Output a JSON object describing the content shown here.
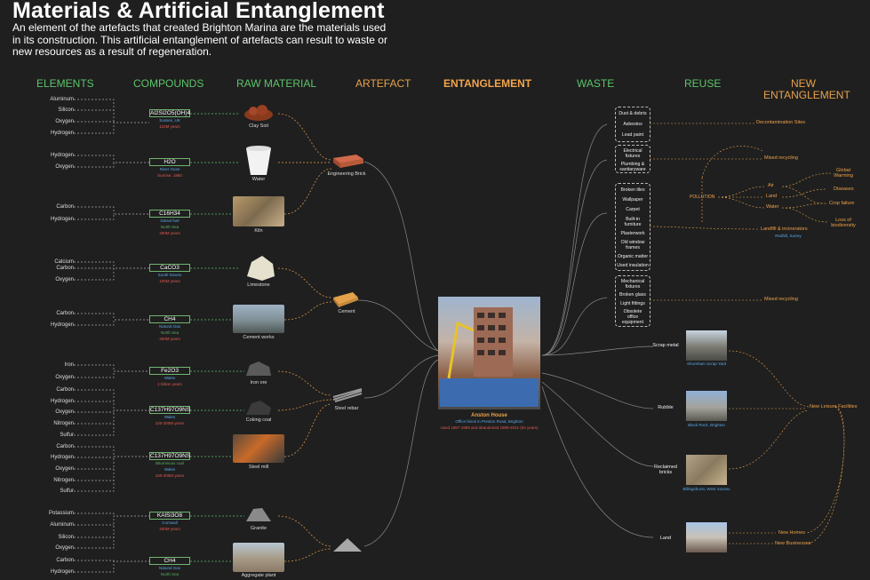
{
  "title": "Materials & Artificial Entanglement",
  "subtitle": "An element of the artefacts that created Brighton Marina are the materials used in its construction. This artificial entanglement of artefacts can result to waste or new resources as a result of regeneration.",
  "columns": {
    "elements": "ELEMENTS",
    "compounds": "COMPOUNDS",
    "raw_material": "RAW MATERIAL",
    "artefact": "ARTEFACT",
    "entanglement": "ENTANGLEMENT",
    "waste": "WASTE",
    "reuse": "REUSE",
    "new_entanglement_1": "NEW",
    "new_entanglement_2": "ENTANGLEMENT"
  },
  "elements": [
    "Aluminum",
    "Silicon",
    "Oxygen",
    "Hydrogen",
    "Hydrogen",
    "Oxygen",
    "Carbon",
    "Hydrogen",
    "Calcium",
    "Carbon",
    "Oxygen",
    "Carbon",
    "Hydrogen",
    "Iron",
    "Oxygen",
    "Carbon",
    "Hydrogen",
    "Oxygen",
    "Nitrogen",
    "Sulfur",
    "Carbon",
    "Hydrogen",
    "Oxygen",
    "Nitrogen",
    "Sulfur",
    "Potassium",
    "Aluminum",
    "Silicon",
    "Oxygen",
    "Carbon",
    "Hydrogen"
  ],
  "compounds": [
    {
      "formula": "Al2Si2O5(OH)4",
      "l1": "Sussex, UK",
      "l2": "110M years"
    },
    {
      "formula": "H2O",
      "l1": "River Ouse",
      "l2": "Sunrise, 1960"
    },
    {
      "formula": "C16H34",
      "l1": "Diesel fuel",
      "l2": "North Sea",
      "l3": "300M years"
    },
    {
      "formula": "CaCO3",
      "l1": "South Downs",
      "l2": "100M years"
    },
    {
      "formula": "CH4",
      "l1": "Natural Gas",
      "l2": "North Sea",
      "l3": "300M years"
    },
    {
      "formula": "Fe2O3",
      "l1": "Wales",
      "l2": "1 billion years"
    },
    {
      "formula": "C137H97O9NS",
      "l1": "Wales",
      "l2": "100-300M years"
    },
    {
      "formula": "C137H97O9NS",
      "l1": "Bituminous coal",
      "l2": "Wales",
      "l3": "100-300M years"
    },
    {
      "formula": "KAlSi3O8",
      "l1": "Cornwall",
      "l2": "300M years"
    },
    {
      "formula": "CH4",
      "l1": "Natural Gas",
      "l2": "North Sea"
    }
  ],
  "raw_materials": [
    "Clay Soil",
    "Water",
    "Kiln",
    "Limestone",
    "Cement works",
    "Iron ore",
    "Coking coal",
    "Steel mill",
    "Granite",
    "Aggregate plant"
  ],
  "artefacts": [
    "Engineering Brick",
    "Cement",
    "Steel rebar"
  ],
  "entanglement": {
    "name": "Anston House",
    "l1": "Office block in Preston Road, Brighton",
    "l2": "Used 1967-1999 and abandoned 1999-2021 (54 years)"
  },
  "waste_groups": [
    [
      "Dust & debris",
      "Asbestos",
      "Lead paint"
    ],
    [
      "Electrical fixtures",
      "Plumbing & sanitaryware"
    ],
    [
      "Broken tiles",
      "Wallpaper",
      "Carpet",
      "Built-in furniture",
      "Plasterwork",
      "Old window frames",
      "Organic matter",
      "Used insulation"
    ],
    [
      "Mechanical fixtures",
      "Broken glass",
      "Light fittings",
      "Obsolete office equipment"
    ]
  ],
  "reuse_waste": [
    "Scrap metal",
    "Rubble",
    "Reclaimed bricks",
    "Land"
  ],
  "reuse_captions": [
    "Shoreham Scrap Yard",
    "Black Rock, Brighton",
    "Billingshurst, West Sussex",
    ""
  ],
  "outcomes": {
    "decon": "Decontamination Sites",
    "mixed1": "Mixed recycling",
    "pollution": "POLLUTION",
    "air": "Air",
    "land": "Land",
    "water": "Water",
    "global": "Global Warming",
    "diseases": "Diseases",
    "crop": "Crop failure",
    "bio": "Loss of biodiversity",
    "landfill": "Landfill & incinerators",
    "landfill_sub": "Redhill, Surrey",
    "mixed2": "Mixed recycling",
    "leisure": "New Leisure Facilities",
    "homes": "New Homes",
    "business": "New Businesses"
  },
  "colors": {
    "background": "#1f1f1f",
    "green": "#5cc46a",
    "orange": "#e8a24b",
    "blue": "#5aa7e6",
    "red": "#e05a4f"
  }
}
